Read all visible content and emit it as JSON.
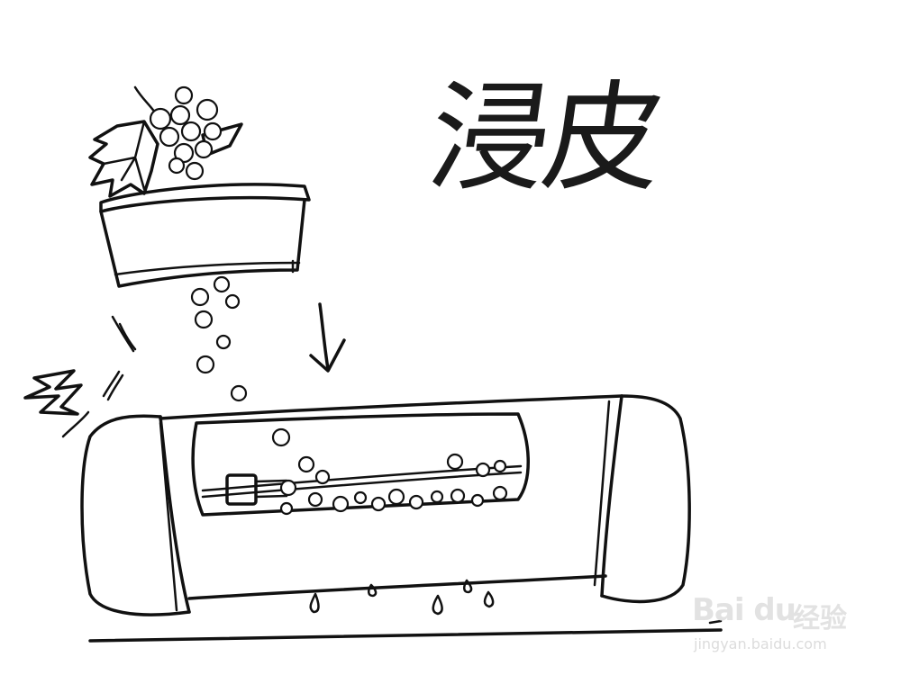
{
  "title": "浸皮",
  "watermark": {
    "logo": "Bai du",
    "brand": "经验",
    "url": "jingyan.baidu.com"
  },
  "icons": [
    "grapes-icon",
    "grape-leaf-icon",
    "bucket-icon",
    "arrow-down-icon",
    "soaking-drum-icon"
  ],
  "colors": {
    "ink": "#111111",
    "background": "#ffffff",
    "watermark": "#e2e2e2"
  }
}
